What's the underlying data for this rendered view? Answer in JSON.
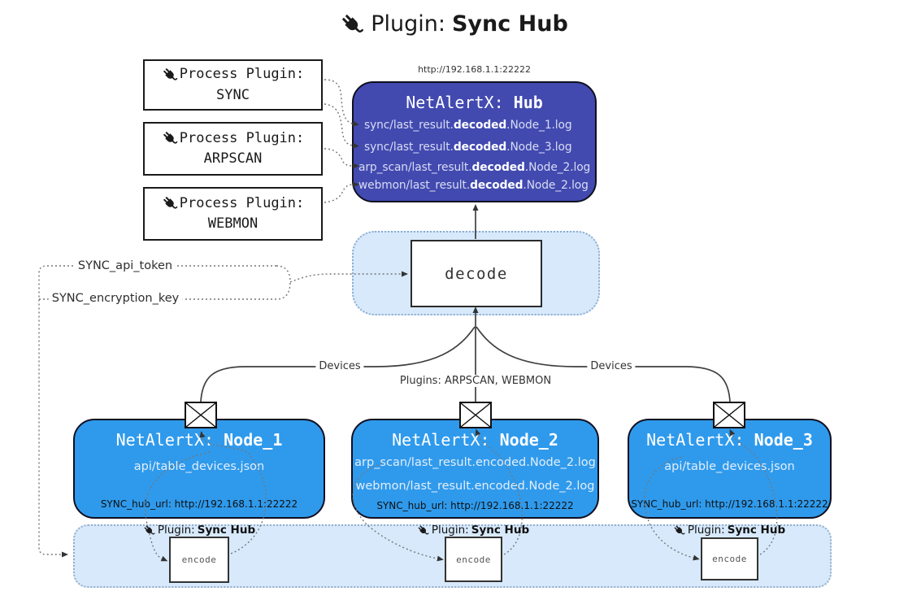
{
  "title": {
    "label": "Plugin:",
    "name": "Sync Hub"
  },
  "hub": {
    "url": "http://192.168.1.1:22222",
    "name_prefix": "NetAlertX:",
    "name_bold": "Hub",
    "files": [
      {
        "pre": "sync/last_result.",
        "bold": "decoded",
        "post": ".Node_1.log"
      },
      {
        "pre": "sync/last_result.",
        "bold": "decoded",
        "post": ".Node_3.log"
      },
      {
        "pre": "arp_scan/last_result.",
        "bold": "decoded",
        "post": ".Node_2.log"
      },
      {
        "pre": "webmon/last_result.",
        "bold": "decoded",
        "post": ".Node_2.log"
      }
    ]
  },
  "process_plugins": [
    {
      "label": "Process Plugin:",
      "name": "SYNC"
    },
    {
      "label": "Process Plugin:",
      "name": "ARPSCAN"
    },
    {
      "label": "Process Plugin:",
      "name": "WEBMON"
    }
  ],
  "decode_label": "decode",
  "secrets": {
    "api_token": "SYNC_api_token",
    "encryption_key": "SYNC_encryption_key"
  },
  "edge_labels": {
    "devices_left": "Devices",
    "plugins_mid": "Plugins: ARPSCAN, WEBMON",
    "devices_right": "Devices"
  },
  "nodes": [
    {
      "name_prefix": "NetAlertX:",
      "name_bold": "Node_1",
      "files": [
        "api/table_devices.json"
      ],
      "hub_url": "SYNC_hub_url: http://192.168.1.1:22222"
    },
    {
      "name_prefix": "NetAlertX:",
      "name_bold": "Node_2",
      "files": [
        "arp_scan/last_result.encoded.Node_2.log",
        "webmon/last_result.encoded.Node_2.log"
      ],
      "hub_url": "SYNC_hub_url: http://192.168.1.1:22222"
    },
    {
      "name_prefix": "NetAlertX:",
      "name_bold": "Node_3",
      "files": [
        "api/table_devices.json"
      ],
      "hub_url": "SYNC_hub_url: http://192.168.1.1:22222"
    }
  ],
  "encode": {
    "plugin_label": "Plugin:",
    "plugin_name": "Sync Hub",
    "box_label": "encode"
  },
  "colors": {
    "hub": "#424ab0",
    "node": "#2f9aec",
    "panel": "#d7e9fb",
    "wire": "#3f3f3f"
  }
}
